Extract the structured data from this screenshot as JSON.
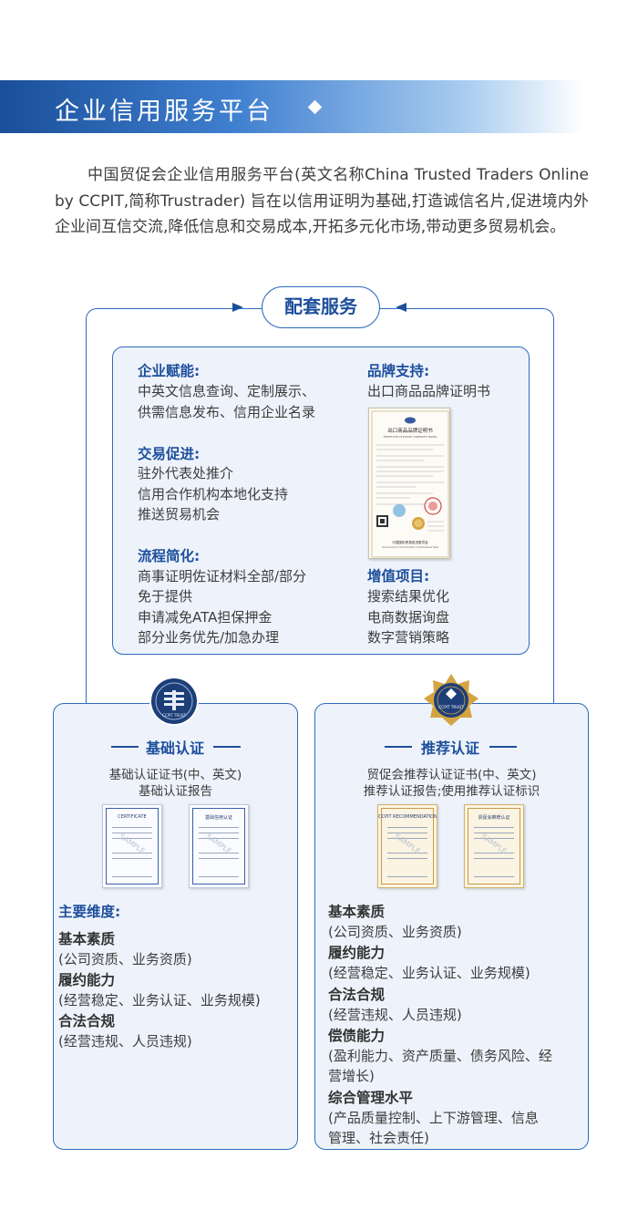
{
  "header": {
    "title": "企业信用服务平台"
  },
  "intro": "中国贸促会企业信用服务平台(英文名称China Trusted Traders Online by CCPIT,简称Trustrader) 旨在以信用证明为基础,打造诚信名片,促进境内外企业间互信交流,降低信息和交易成本,开拓多元化市场,带动更多贸易机会。",
  "services": {
    "title": "配套服务",
    "empower": {
      "head": "企业赋能:",
      "lines": [
        "中英文信息查询、定制展示、",
        "供需信息发布、信用企业名录"
      ]
    },
    "trade": {
      "head": "交易促进:",
      "lines": [
        "驻外代表处推介",
        "信用合作机构本地化支持",
        "推送贸易机会"
      ]
    },
    "process": {
      "head": "流程简化:",
      "lines": [
        "商事证明佐证材料全部/部分",
        "免于提供",
        "申请减免ATA担保押金",
        "部分业务优先/加急办理"
      ]
    },
    "brand": {
      "head": "品牌支持:",
      "lines": [
        "出口商品品牌证明书"
      ]
    },
    "value_added": {
      "head": "增值项目:",
      "lines": [
        "搜索结果优化",
        "电商数据询盘",
        "数字营销策略"
      ]
    },
    "brand_cert": {
      "title": "出口商品品牌证明书",
      "subtitle": "CERTIFICATE OF EXPORT COMMODITY BRAND",
      "issuer": "中国国际贸易促进委员会",
      "issuer_en": "China Council for the Promotion of International Trade"
    }
  },
  "basic": {
    "badge_text": "CCPIT TRUST",
    "title": "基础认证",
    "sub": [
      "基础认证证书(中、英文)",
      "基础认证报告"
    ],
    "mini_certs": [
      {
        "head": "CERTIFICATE",
        "watermark": "SAMPLE"
      },
      {
        "head": "基础信用认证",
        "watermark": "SAMPLE"
      }
    ],
    "dims_head": "主要维度:",
    "dims": [
      {
        "b": "基本素质",
        "p": "(公司资质、业务资质)"
      },
      {
        "b": "履约能力",
        "p": "(经营稳定、业务认证、业务规模)"
      },
      {
        "b": "合法合规",
        "p": "(经营违规、人员违规)"
      }
    ]
  },
  "recommended": {
    "badge_text": "CCPIT TRUST",
    "title": "推荐认证",
    "sub": [
      "贸促会推荐认证证书(中、英文)",
      "推荐认证报告;使用推荐认证标识"
    ],
    "mini_certs": [
      {
        "head": "CCPIT RECOMMENDATION CERTIFICATE",
        "watermark": "SAMPLE"
      },
      {
        "head": "贸促会推荐认证",
        "watermark": "SAMPLE"
      }
    ],
    "dims": [
      {
        "b": "基本素质",
        "p": [
          "(公司资质、业务资质)"
        ]
      },
      {
        "b": "履约能力",
        "p": [
          "(经营稳定、业务认证、业务规模)"
        ]
      },
      {
        "b": "合法合规",
        "p": [
          "(经营违规、人员违规)"
        ]
      },
      {
        "b": "偿债能力",
        "p": [
          "(盈利能力、资产质量、债务风险、经",
          "营增长)"
        ]
      },
      {
        "b": "综合管理水平",
        "p": [
          "(产品质量控制、上下游管理、信息",
          "管理、社会责任)"
        ]
      }
    ]
  },
  "colors": {
    "brand_blue": "#1d4f9c",
    "frame_blue": "#2d6bbd",
    "panel_bg": "#eef3fb",
    "gold": "#d4a441"
  }
}
